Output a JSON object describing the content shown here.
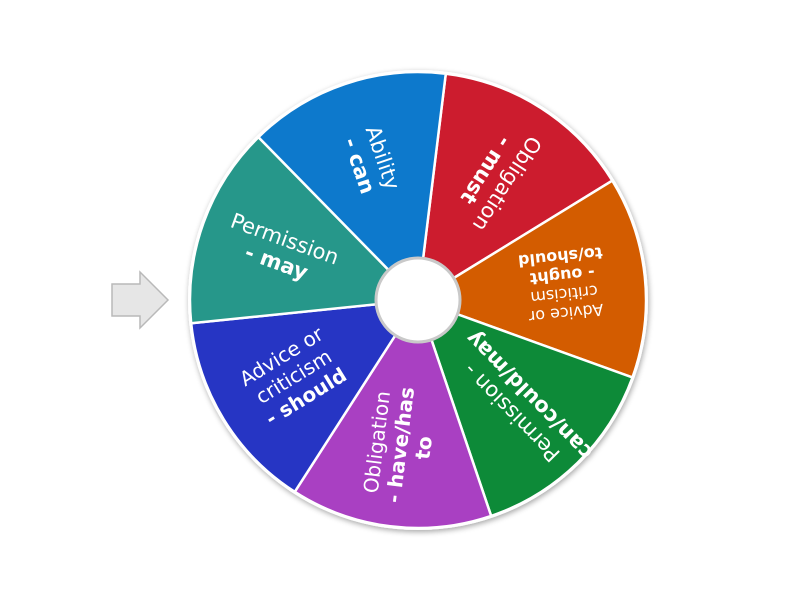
{
  "wheel": {
    "segments": [
      {
        "line1": "Obligation",
        "line2_bold": "- must",
        "color": "#cc1f2f"
      },
      {
        "line1": "Advice or",
        "line2": "criticism",
        "line3_bold": "- ought",
        "line4_bold": "to/should",
        "color": "#d35b00"
      },
      {
        "line1": "Permission -",
        "line2_bold": "can/could/may",
        "color": "#0e8a37"
      },
      {
        "line1": "Obligation",
        "line2_bold": "- have/has",
        "line3_bold": "to",
        "color": "#a93fc2"
      },
      {
        "line1": "Advice or",
        "line2": "criticism",
        "line3_bold": "- should",
        "color": "#2536c4"
      },
      {
        "line1": "Permission",
        "line2_bold": "- may",
        "color": "#25978a"
      },
      {
        "line1": "Ability",
        "line2_bold": "- can",
        "color": "#0a79cc"
      }
    ]
  },
  "pointer": {
    "icon": "arrow-right-icon",
    "color": "#e6e6e6"
  }
}
